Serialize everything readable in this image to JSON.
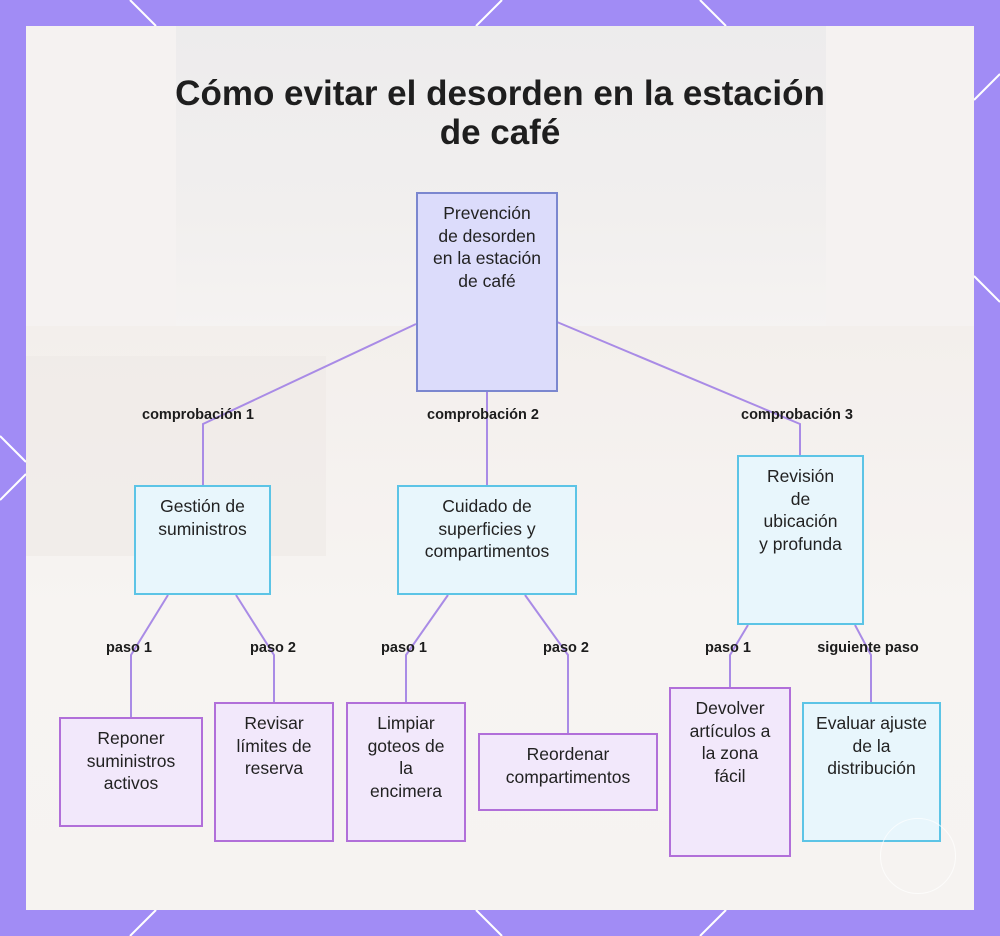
{
  "title": "Cómo evitar el desorden en la estación de café",
  "root": {
    "label": "Prevención de desorden en la estación de café"
  },
  "edges_level1": [
    "comprobación 1",
    "comprobación 2",
    "comprobación 3"
  ],
  "level1": [
    {
      "label": "Gestión de suministros"
    },
    {
      "label": "Cuidado de superficies y compartimentos"
    },
    {
      "label": "Revisión de ubicación y profunda"
    }
  ],
  "edges_level2": [
    "paso 1",
    "paso 2",
    "paso 1",
    "paso 2",
    "paso 1",
    "siguiente paso"
  ],
  "level2": [
    {
      "label": "Reponer suministros activos"
    },
    {
      "label": "Revisar límites de reserva"
    },
    {
      "label": "Limpiar goteos de la encimera"
    },
    {
      "label": "Reordenar compartimentos"
    },
    {
      "label": "Devolver artículos a la zona fácil"
    },
    {
      "label": "Evaluar ajuste de la distribución"
    }
  ],
  "colors": {
    "frame": "#a18cf5",
    "root_fill": "#dcdcfb",
    "teal_border": "#5cc4e6",
    "purple_border": "#b16fd9",
    "line": "#a98be6"
  }
}
